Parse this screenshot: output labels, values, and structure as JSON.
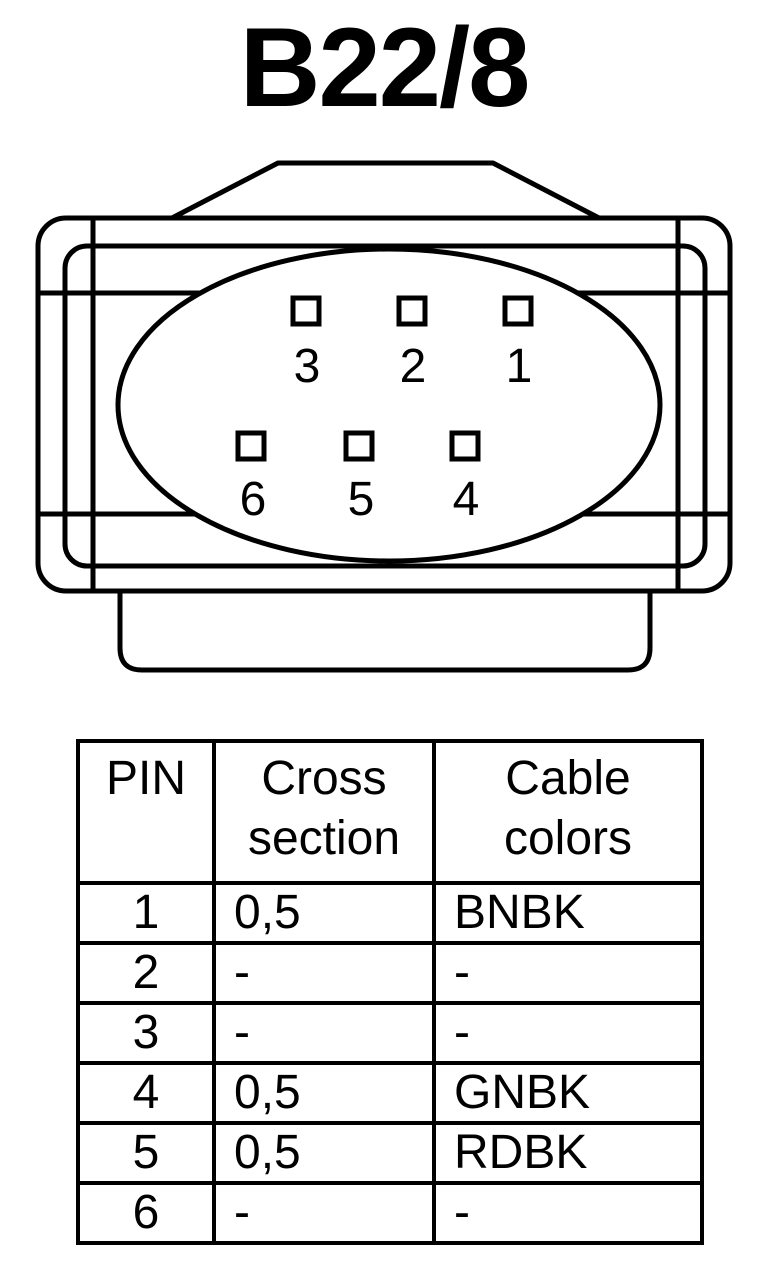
{
  "title": "B22/8",
  "connector": {
    "pins": [
      {
        "label": "3"
      },
      {
        "label": "2"
      },
      {
        "label": "1"
      },
      {
        "label": "6"
      },
      {
        "label": "5"
      },
      {
        "label": "4"
      }
    ]
  },
  "table": {
    "headers": {
      "pin": "PIN",
      "cross_section": [
        "Cross",
        "section"
      ],
      "cable_colors": [
        "Cable",
        "colors"
      ]
    },
    "rows": [
      {
        "pin": "1",
        "cross_section": "0,5",
        "color": "BNBK"
      },
      {
        "pin": "2",
        "cross_section": "-",
        "color": "-"
      },
      {
        "pin": "3",
        "cross_section": "-",
        "color": "-"
      },
      {
        "pin": "4",
        "cross_section": "0,5",
        "color": "GNBK"
      },
      {
        "pin": "5",
        "cross_section": "0,5",
        "color": "RDBK"
      },
      {
        "pin": "6",
        "cross_section": "-",
        "color": "-"
      }
    ]
  }
}
